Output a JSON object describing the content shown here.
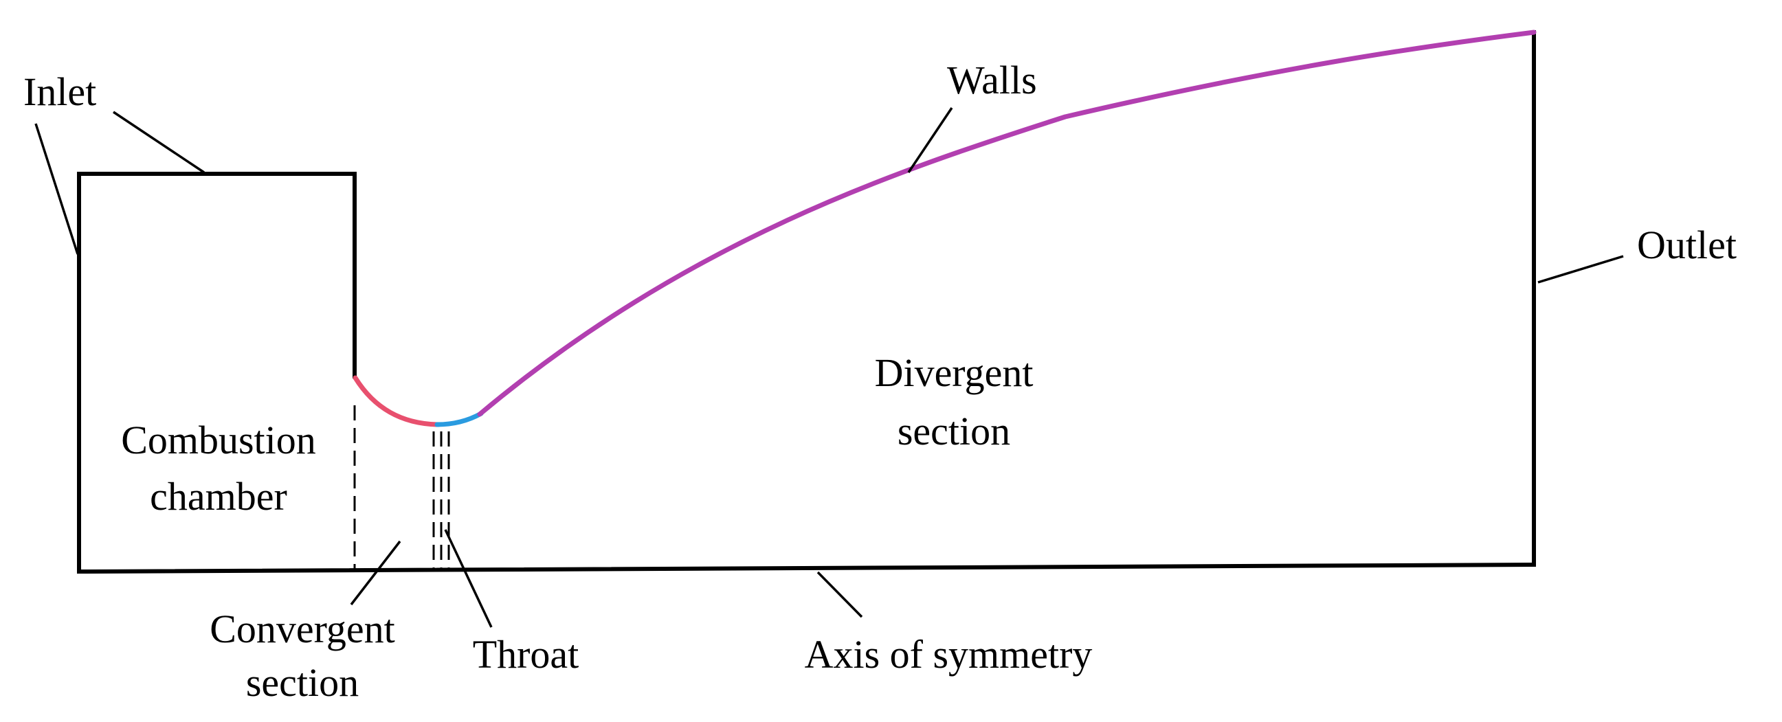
{
  "labels": {
    "inlet": "Inlet",
    "walls": "Walls",
    "outlet": "Outlet",
    "combustion_line1": "Combustion",
    "combustion_line2": "chamber",
    "divergent_line1": "Divergent",
    "divergent_line2": "section",
    "convergent_line1": "Convergent",
    "convergent_line2": "section",
    "throat": "Throat",
    "axis": "Axis of symmetry"
  },
  "colors": {
    "outline": "#000000",
    "divergent_wall": "#b23fb0",
    "convergent_wall": "#e8506e",
    "throat_wall": "#2a9be0"
  }
}
